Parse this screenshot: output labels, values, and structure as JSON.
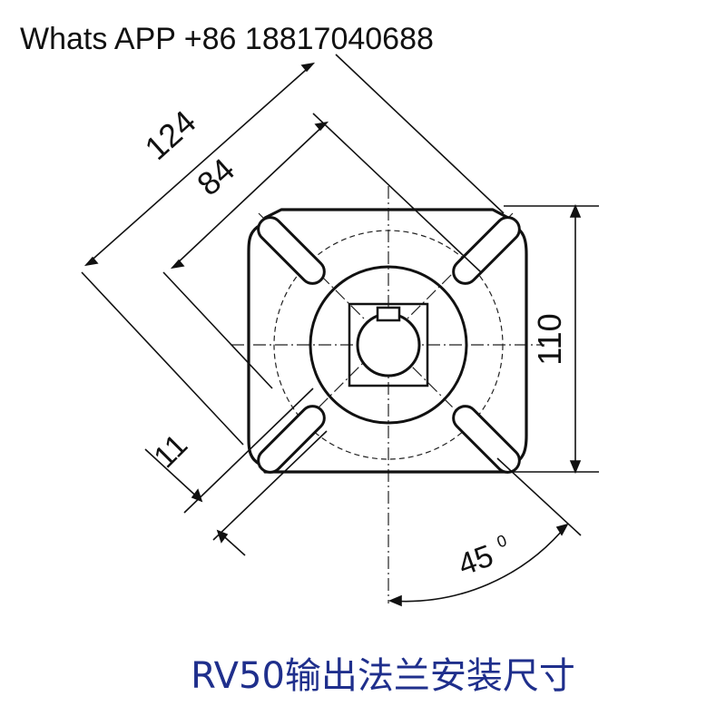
{
  "contact": {
    "text": "Whats APP +86 18817040688",
    "color": "#111111"
  },
  "caption": {
    "text": "RV50输出法兰安装尺寸",
    "color": "#1f2f8c"
  },
  "dimensions": {
    "overall_diagonal": "124",
    "bolt_spacing": "84",
    "height": "110",
    "slot_width": "11",
    "angle": "45",
    "angle_unit": "0"
  }
}
